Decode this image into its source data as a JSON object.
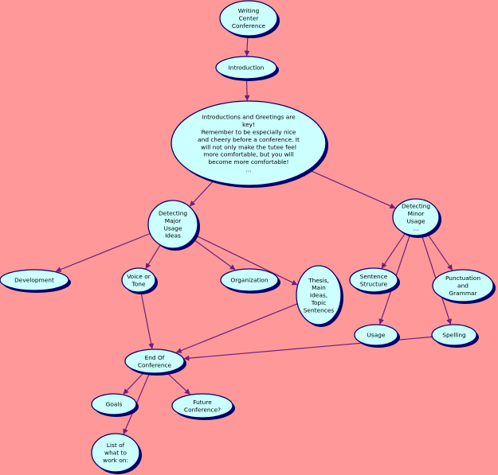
{
  "colors": {
    "background": "#FF9999",
    "node_fill": "#CCFFFF",
    "node_stroke": "#00007A",
    "node_shadow": "#000066",
    "edge": "#6E1E7A"
  },
  "nodes": [
    {
      "id": "writing-center-conference",
      "lines": [
        "Writing",
        "Center",
        "Conference"
      ]
    },
    {
      "id": "introduction",
      "lines": [
        "Introduction"
      ]
    },
    {
      "id": "introductions-greetings",
      "lines": [
        "Introductions and Greetings are",
        "key!",
        "Remember to be especially nice",
        "and cheery before a conference. It",
        "will not only make the tutee feel",
        "more comfortable, but you will",
        "become more comfortable!",
        "..."
      ]
    },
    {
      "id": "detecting-major-usage",
      "lines": [
        "Detecting",
        "Major",
        "Usage",
        "Ideas"
      ]
    },
    {
      "id": "detecting-minor-usage",
      "lines": [
        "Detecting",
        "Minor",
        "Usage",
        "..."
      ]
    },
    {
      "id": "development",
      "lines": [
        "Development"
      ]
    },
    {
      "id": "voice-or-tone",
      "lines": [
        "Voice or",
        "Tone"
      ]
    },
    {
      "id": "organization",
      "lines": [
        "Organization"
      ]
    },
    {
      "id": "thesis-main-ideas",
      "lines": [
        "Thesis,",
        "Main",
        "Ideas,",
        "Topic",
        "Sentences"
      ]
    },
    {
      "id": "sentence-structure",
      "lines": [
        "Sentence",
        "Structure"
      ]
    },
    {
      "id": "punctuation-grammar",
      "lines": [
        "Punctuation",
        "and",
        "Grammar"
      ]
    },
    {
      "id": "usage",
      "lines": [
        "Usage"
      ]
    },
    {
      "id": "spelling",
      "lines": [
        "Spelling"
      ]
    },
    {
      "id": "end-of-conference",
      "lines": [
        "End Of",
        "Conference"
      ]
    },
    {
      "id": "goals",
      "lines": [
        "Goals"
      ]
    },
    {
      "id": "future-conference",
      "lines": [
        "Future",
        "Conference?"
      ]
    },
    {
      "id": "list-to-work-on",
      "lines": [
        "List of",
        "what to",
        "work on:"
      ]
    }
  ],
  "edges": [
    [
      "writing-center-conference",
      "introduction"
    ],
    [
      "introduction",
      "introductions-greetings"
    ],
    [
      "introductions-greetings",
      "detecting-major-usage"
    ],
    [
      "introductions-greetings",
      "detecting-minor-usage"
    ],
    [
      "detecting-major-usage",
      "development"
    ],
    [
      "detecting-major-usage",
      "voice-or-tone"
    ],
    [
      "detecting-major-usage",
      "organization"
    ],
    [
      "detecting-major-usage",
      "thesis-main-ideas"
    ],
    [
      "detecting-minor-usage",
      "sentence-structure"
    ],
    [
      "detecting-minor-usage",
      "punctuation-grammar"
    ],
    [
      "detecting-minor-usage",
      "usage"
    ],
    [
      "detecting-minor-usage",
      "spelling"
    ],
    [
      "voice-or-tone",
      "end-of-conference"
    ],
    [
      "thesis-main-ideas",
      "end-of-conference"
    ],
    [
      "spelling",
      "end-of-conference"
    ],
    [
      "end-of-conference",
      "goals"
    ],
    [
      "end-of-conference",
      "future-conference"
    ],
    [
      "end-of-conference",
      "list-to-work-on"
    ]
  ]
}
